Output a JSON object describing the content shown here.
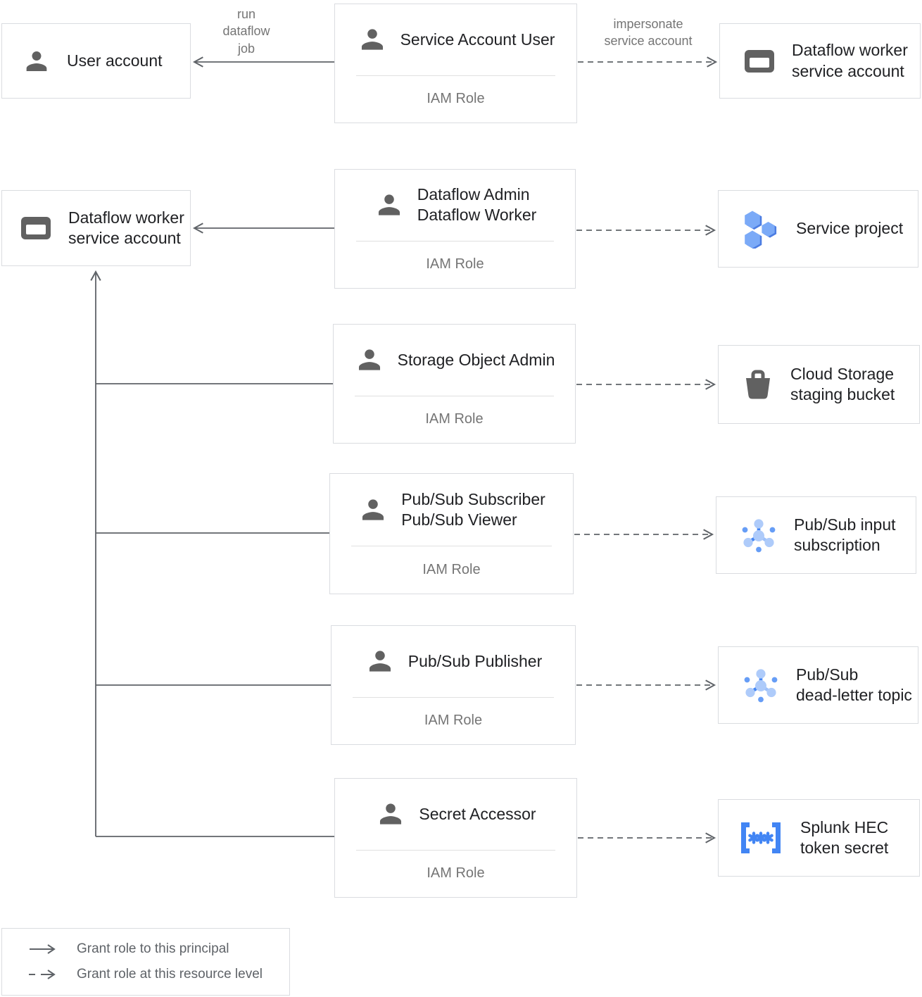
{
  "colors": {
    "border_gray": "#dadce0",
    "line_gray": "#5f6368",
    "text_dark": "#202124",
    "text_gray": "#757575",
    "icon_gray": "#616161",
    "accent_blue": "#4285f4",
    "light_blue": "#aecbfa",
    "medium_blue": "#669df6",
    "hexagon_blue": "#7baaf7"
  },
  "nodes": {
    "user_account": {
      "label": "User account",
      "icon": "person-icon"
    },
    "service_account_user": {
      "title": "Service Account User",
      "role_type": "IAM Role",
      "icon": "person-icon"
    },
    "dataflow_worker_sa_top": {
      "label": "Dataflow worker\nservice account",
      "icon": "service-account-icon"
    },
    "dataflow_worker_sa_left": {
      "label": "Dataflow worker\nservice account",
      "icon": "service-account-icon"
    },
    "dataflow_admin_worker": {
      "title": "Dataflow Admin\nDataflow Worker",
      "role_type": "IAM Role",
      "icon": "person-icon"
    },
    "service_project": {
      "label": "Service project",
      "icon": "project-hexagons-icon"
    },
    "storage_object_admin": {
      "title": "Storage Object Admin",
      "role_type": "IAM Role",
      "icon": "person-icon"
    },
    "cloud_storage_staging_bucket": {
      "label": "Cloud Storage\nstaging bucket",
      "icon": "storage-bucket-icon"
    },
    "pubsub_subscriber_viewer": {
      "title": "Pub/Sub Subscriber\nPub/Sub Viewer",
      "role_type": "IAM Role",
      "icon": "person-icon"
    },
    "pubsub_input_subscription": {
      "label": "Pub/Sub input\nsubscription",
      "icon": "pubsub-icon"
    },
    "pubsub_publisher": {
      "title": "Pub/Sub Publisher",
      "role_type": "IAM Role",
      "icon": "person-icon"
    },
    "pubsub_dead_letter_topic": {
      "label": "Pub/Sub\ndead-letter topic",
      "icon": "pubsub-icon"
    },
    "secret_accessor": {
      "title": "Secret Accessor",
      "role_type": "IAM Role",
      "icon": "person-icon"
    },
    "splunk_hec_token_secret": {
      "label": "Splunk HEC\ntoken secret",
      "icon": "secret-icon"
    }
  },
  "edge_labels": {
    "run_dataflow_job": "run\ndataflow\njob",
    "impersonate_service_account": "impersonate\nservice account"
  },
  "legend": {
    "solid_arrow": "Grant role to this principal",
    "dashed_arrow": "Grant role at this resource level"
  }
}
